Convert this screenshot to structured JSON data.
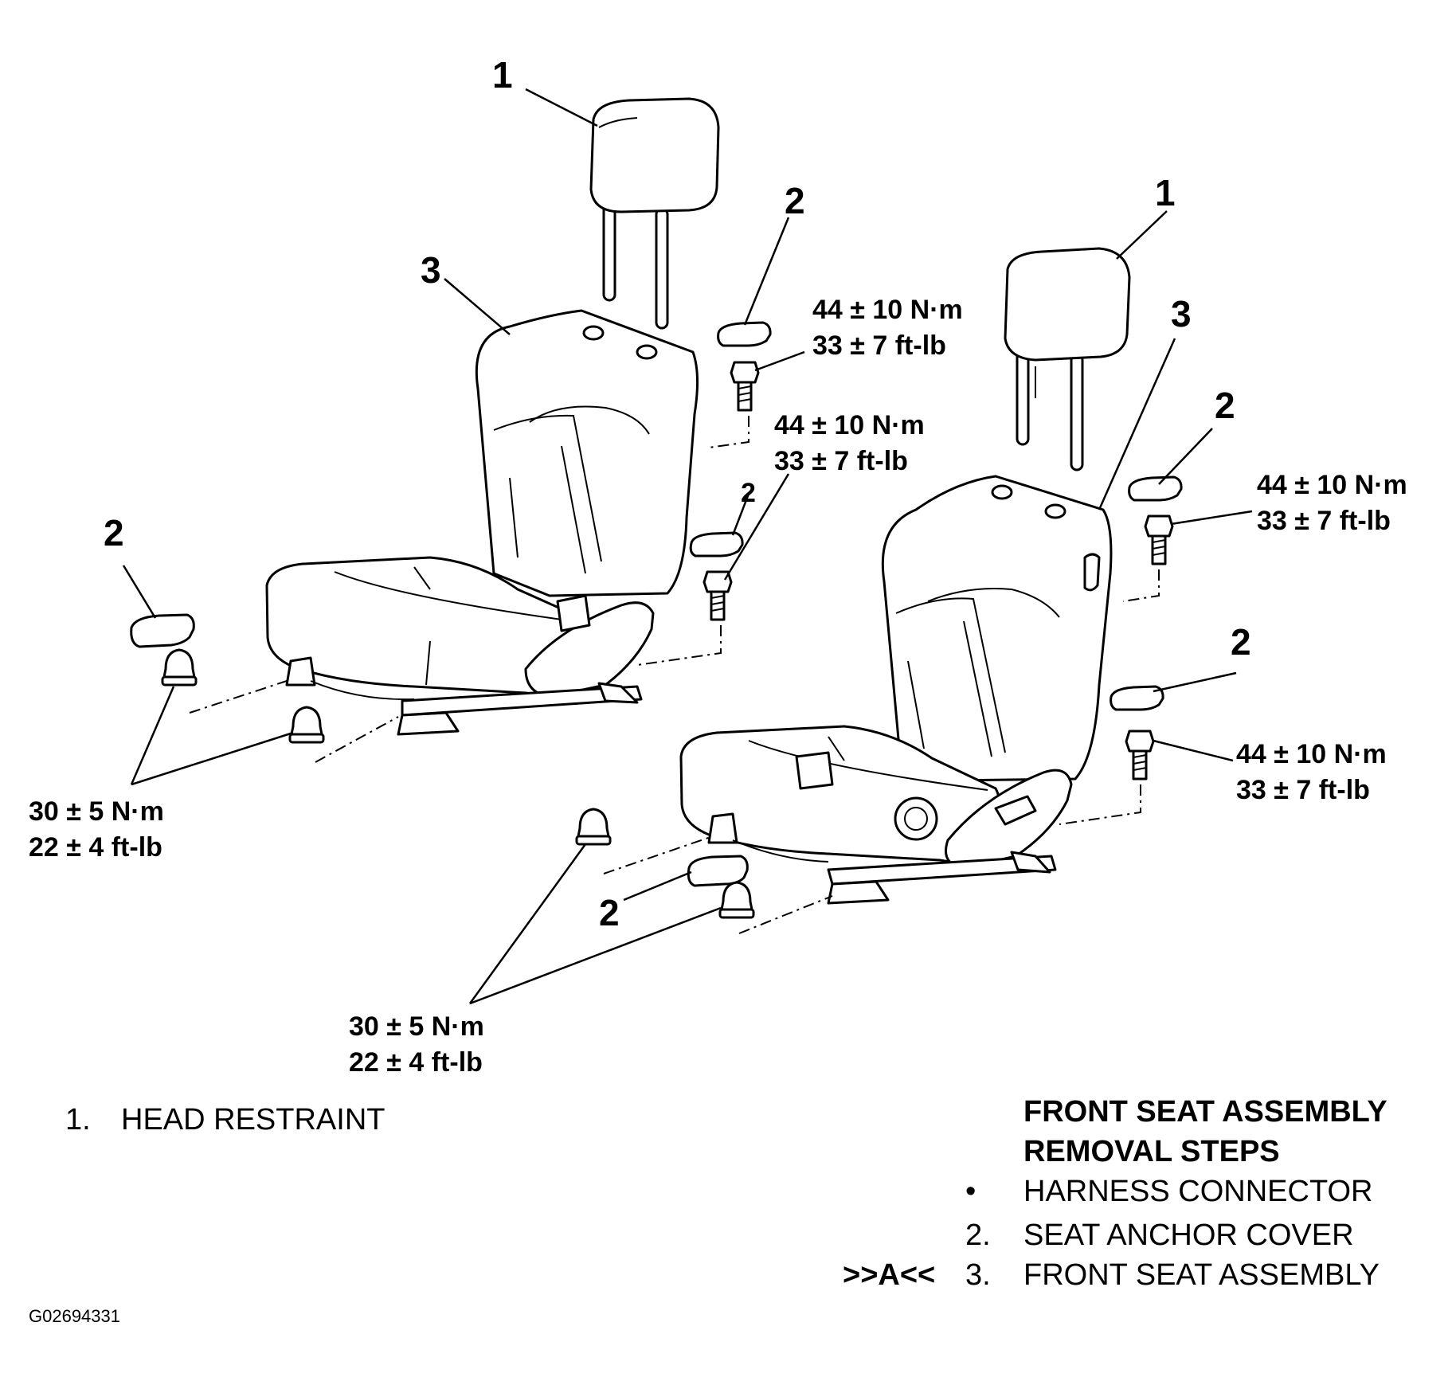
{
  "callouts": {
    "left_seat": {
      "head_restraint": "1",
      "seat_assembly": "3",
      "anchor_cover_top": "2",
      "anchor_cover_mid": "2",
      "anchor_cover_front": "2"
    },
    "right_seat": {
      "head_restraint": "1",
      "seat_assembly": "3",
      "anchor_cover_top": "2",
      "anchor_cover_mid": "2",
      "anchor_cover_front": "2"
    }
  },
  "torque_specs": {
    "left_top": {
      "metric": "44 ± 10 N·m",
      "imperial": "33 ± 7 ft-lb"
    },
    "left_mid": {
      "metric": "44 ± 10 N·m",
      "imperial": "33 ± 7 ft-lb"
    },
    "left_front": {
      "metric": "30 ± 5 N·m",
      "imperial": "22 ± 4 ft-lb"
    },
    "right_top": {
      "metric": "44 ± 10 N·m",
      "imperial": "33 ± 7 ft-lb"
    },
    "right_mid": {
      "metric": "44 ± 10 N·m",
      "imperial": "33 ± 7 ft-lb"
    },
    "right_front": {
      "metric": "30 ± 5 N·m",
      "imperial": "22 ± 4 ft-lb"
    }
  },
  "legend": {
    "component_item": {
      "number": "1.",
      "label": "HEAD RESTRAINT"
    },
    "title_line1": "FRONT SEAT ASSEMBLY",
    "title_line2": "REMOVAL STEPS",
    "steps": [
      {
        "marker": "",
        "number": "•",
        "label": "HARNESS CONNECTOR"
      },
      {
        "marker": "",
        "number": "2.",
        "label": "SEAT ANCHOR COVER"
      },
      {
        "marker": ">>A<<",
        "number": "3.",
        "label": "FRONT SEAT ASSEMBLY"
      }
    ]
  },
  "figure_id": "G02694331"
}
